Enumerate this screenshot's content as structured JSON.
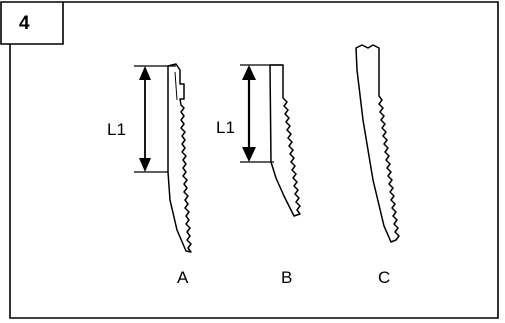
{
  "figure": {
    "number": "4",
    "blades": [
      {
        "id": "A",
        "dimension": "L1"
      },
      {
        "id": "B",
        "dimension": "L1"
      },
      {
        "id": "C",
        "dimension": ""
      }
    ]
  },
  "colors": {
    "line": "#000000",
    "background": "#ffffff"
  }
}
